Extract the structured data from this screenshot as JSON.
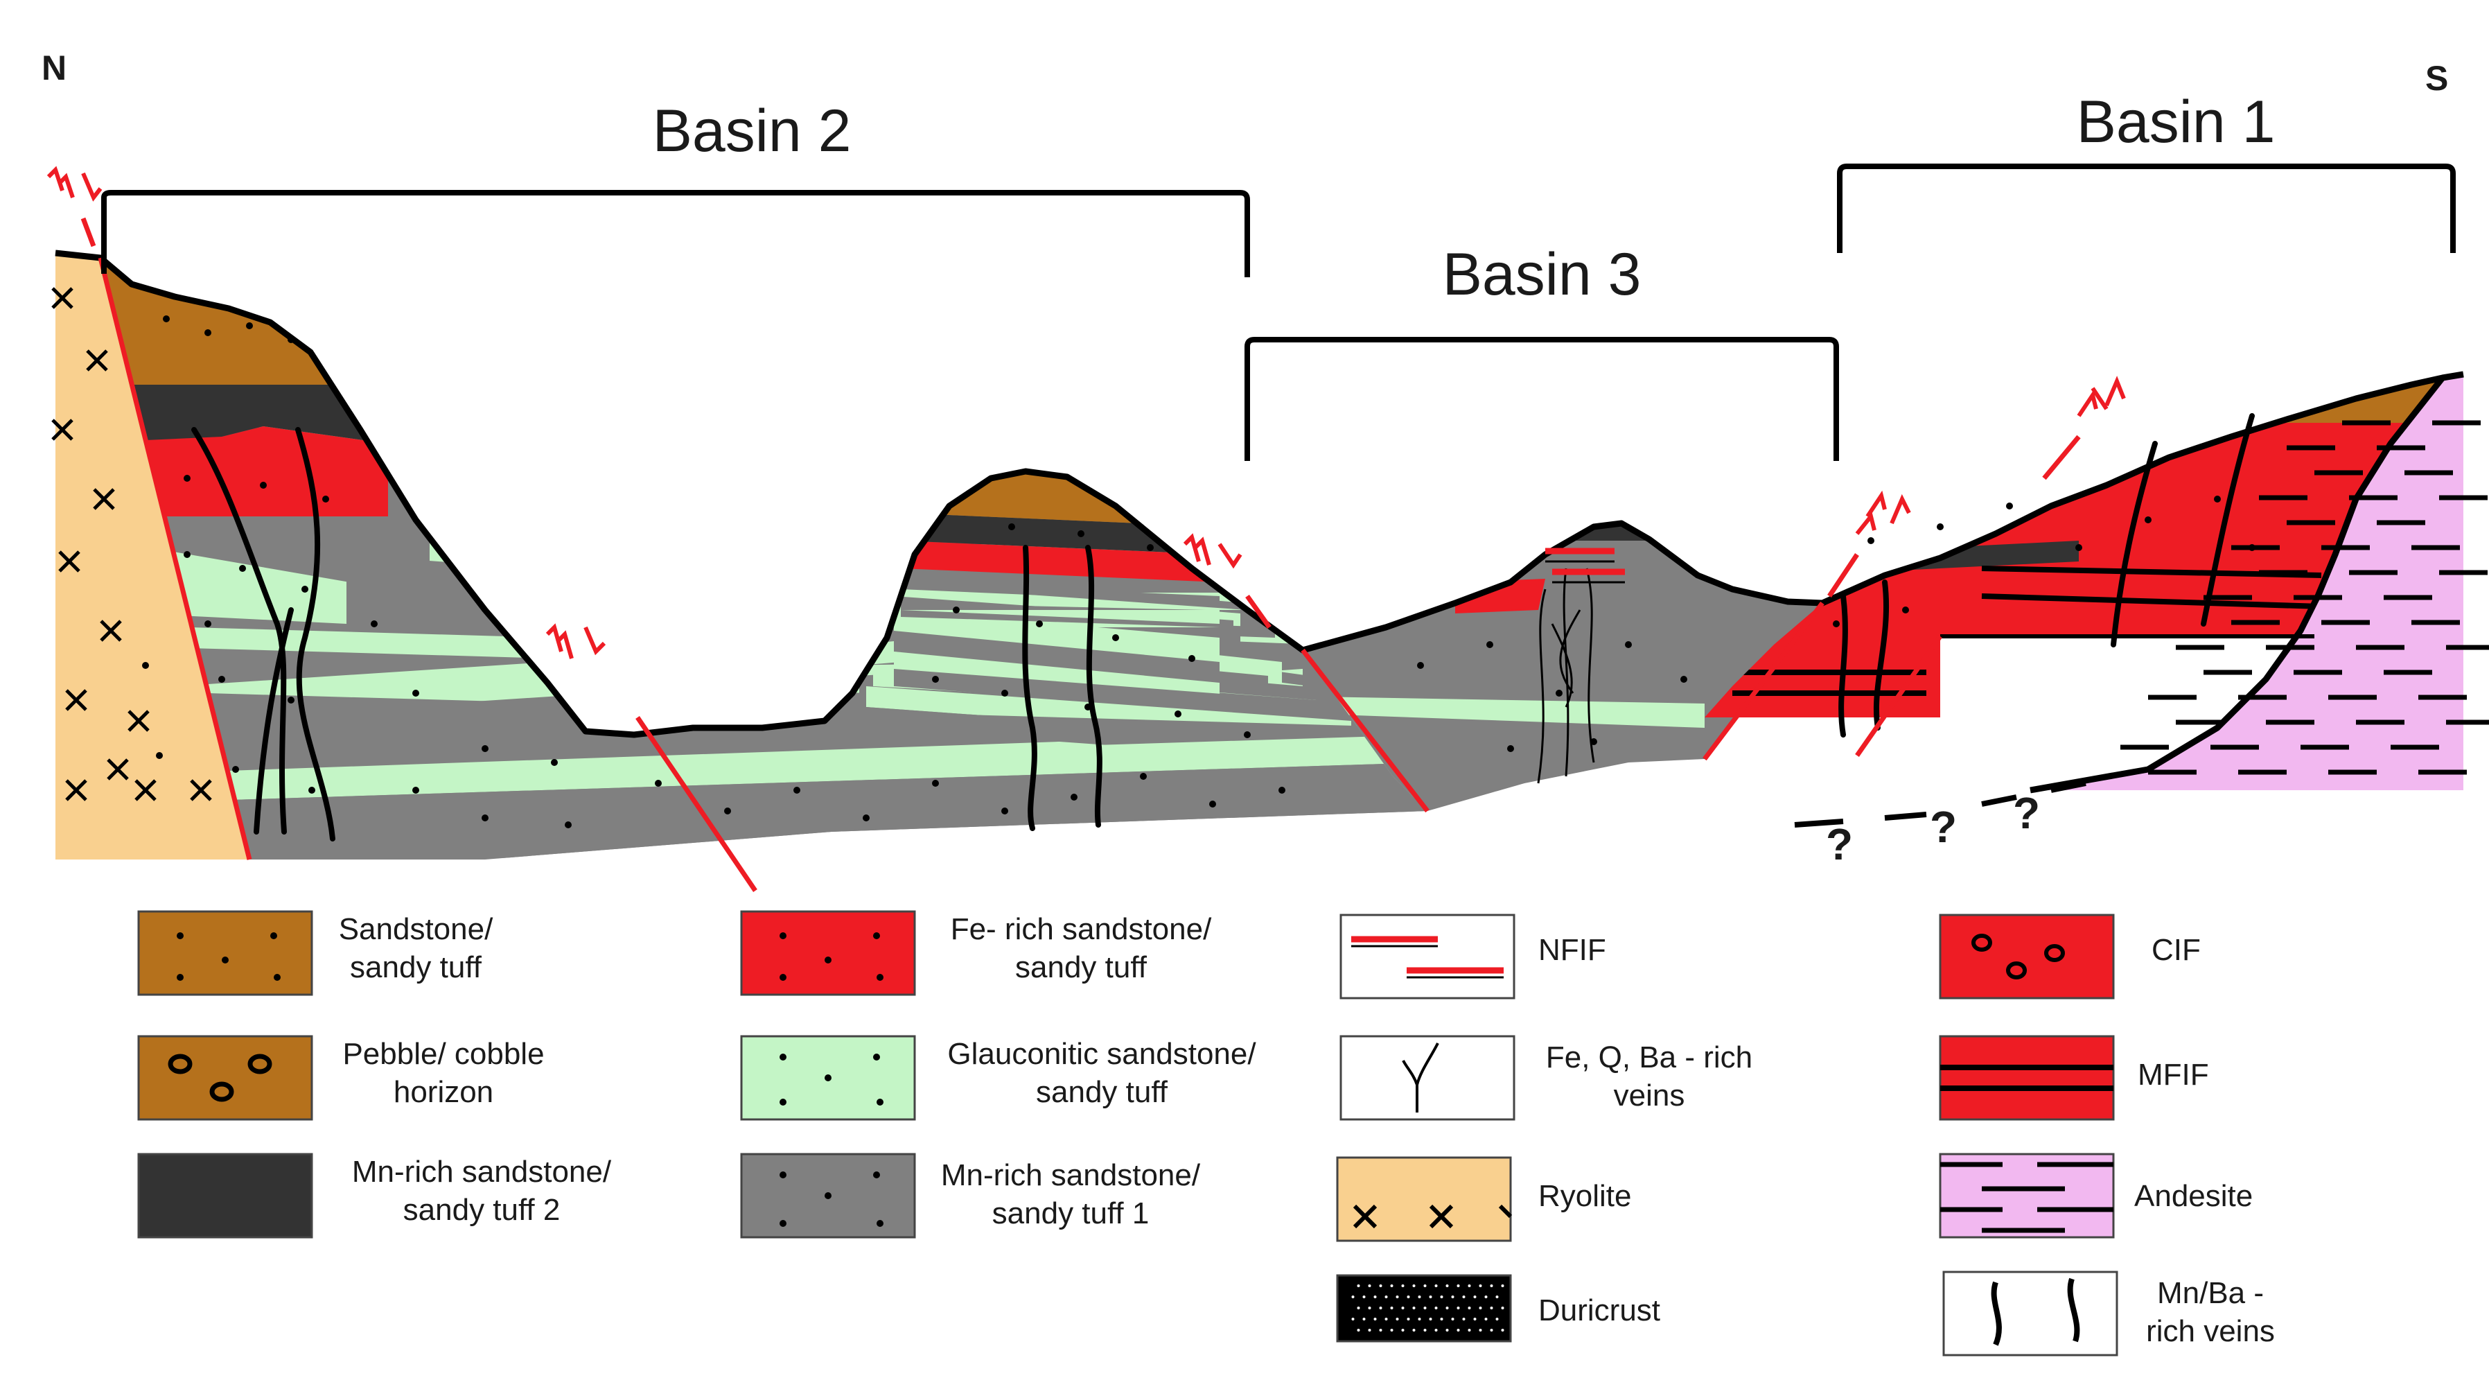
{
  "orientation": {
    "north": "N",
    "south": "S"
  },
  "basins": [
    {
      "label": "Basin 2"
    },
    {
      "label": "Basin 3"
    },
    {
      "label": "Basin 1"
    }
  ],
  "unknown_marks": [
    "?",
    "?",
    "?"
  ],
  "legend": [
    {
      "id": "sandstone",
      "lines": [
        "Sandstone/",
        "sandy tuff"
      ],
      "color": "#b5711c"
    },
    {
      "id": "pebble",
      "lines": [
        "Pebble/ cobble",
        "horizon"
      ],
      "color": "#b5711c"
    },
    {
      "id": "mn2",
      "lines": [
        "Mn-rich sandstone/",
        "sandy tuff 2"
      ],
      "color": "#333333"
    },
    {
      "id": "fe",
      "lines": [
        "Fe- rich sandstone/",
        "sandy tuff"
      ],
      "color": "#ee1c24"
    },
    {
      "id": "glauc",
      "lines": [
        "Glauconitic sandstone/",
        "sandy tuff"
      ],
      "color": "#c4f5c6"
    },
    {
      "id": "mn1",
      "lines": [
        "Mn-rich sandstone/",
        "sandy tuff 1"
      ],
      "color": "#808080"
    },
    {
      "id": "nfif",
      "lines": [
        "NFIF"
      ],
      "color": "#ffffff"
    },
    {
      "id": "veins",
      "lines": [
        "Fe, Q, Ba - rich",
        "veins"
      ],
      "color": "#ffffff"
    },
    {
      "id": "ryolite",
      "lines": [
        "Ryolite"
      ],
      "color": "#f9d08f"
    },
    {
      "id": "duricrust",
      "lines": [
        "Duricrust"
      ],
      "color": "#000000"
    },
    {
      "id": "cif",
      "lines": [
        "CIF"
      ],
      "color": "#ee1c24"
    },
    {
      "id": "mfif",
      "lines": [
        "MFIF"
      ],
      "color": "#ee1c24"
    },
    {
      "id": "andesite",
      "lines": [
        "Andesite"
      ],
      "color": "#f2b8f0"
    },
    {
      "id": "mnba",
      "lines": [
        "Mn/Ba -",
        "rich veins"
      ],
      "color": "#ffffff"
    }
  ]
}
